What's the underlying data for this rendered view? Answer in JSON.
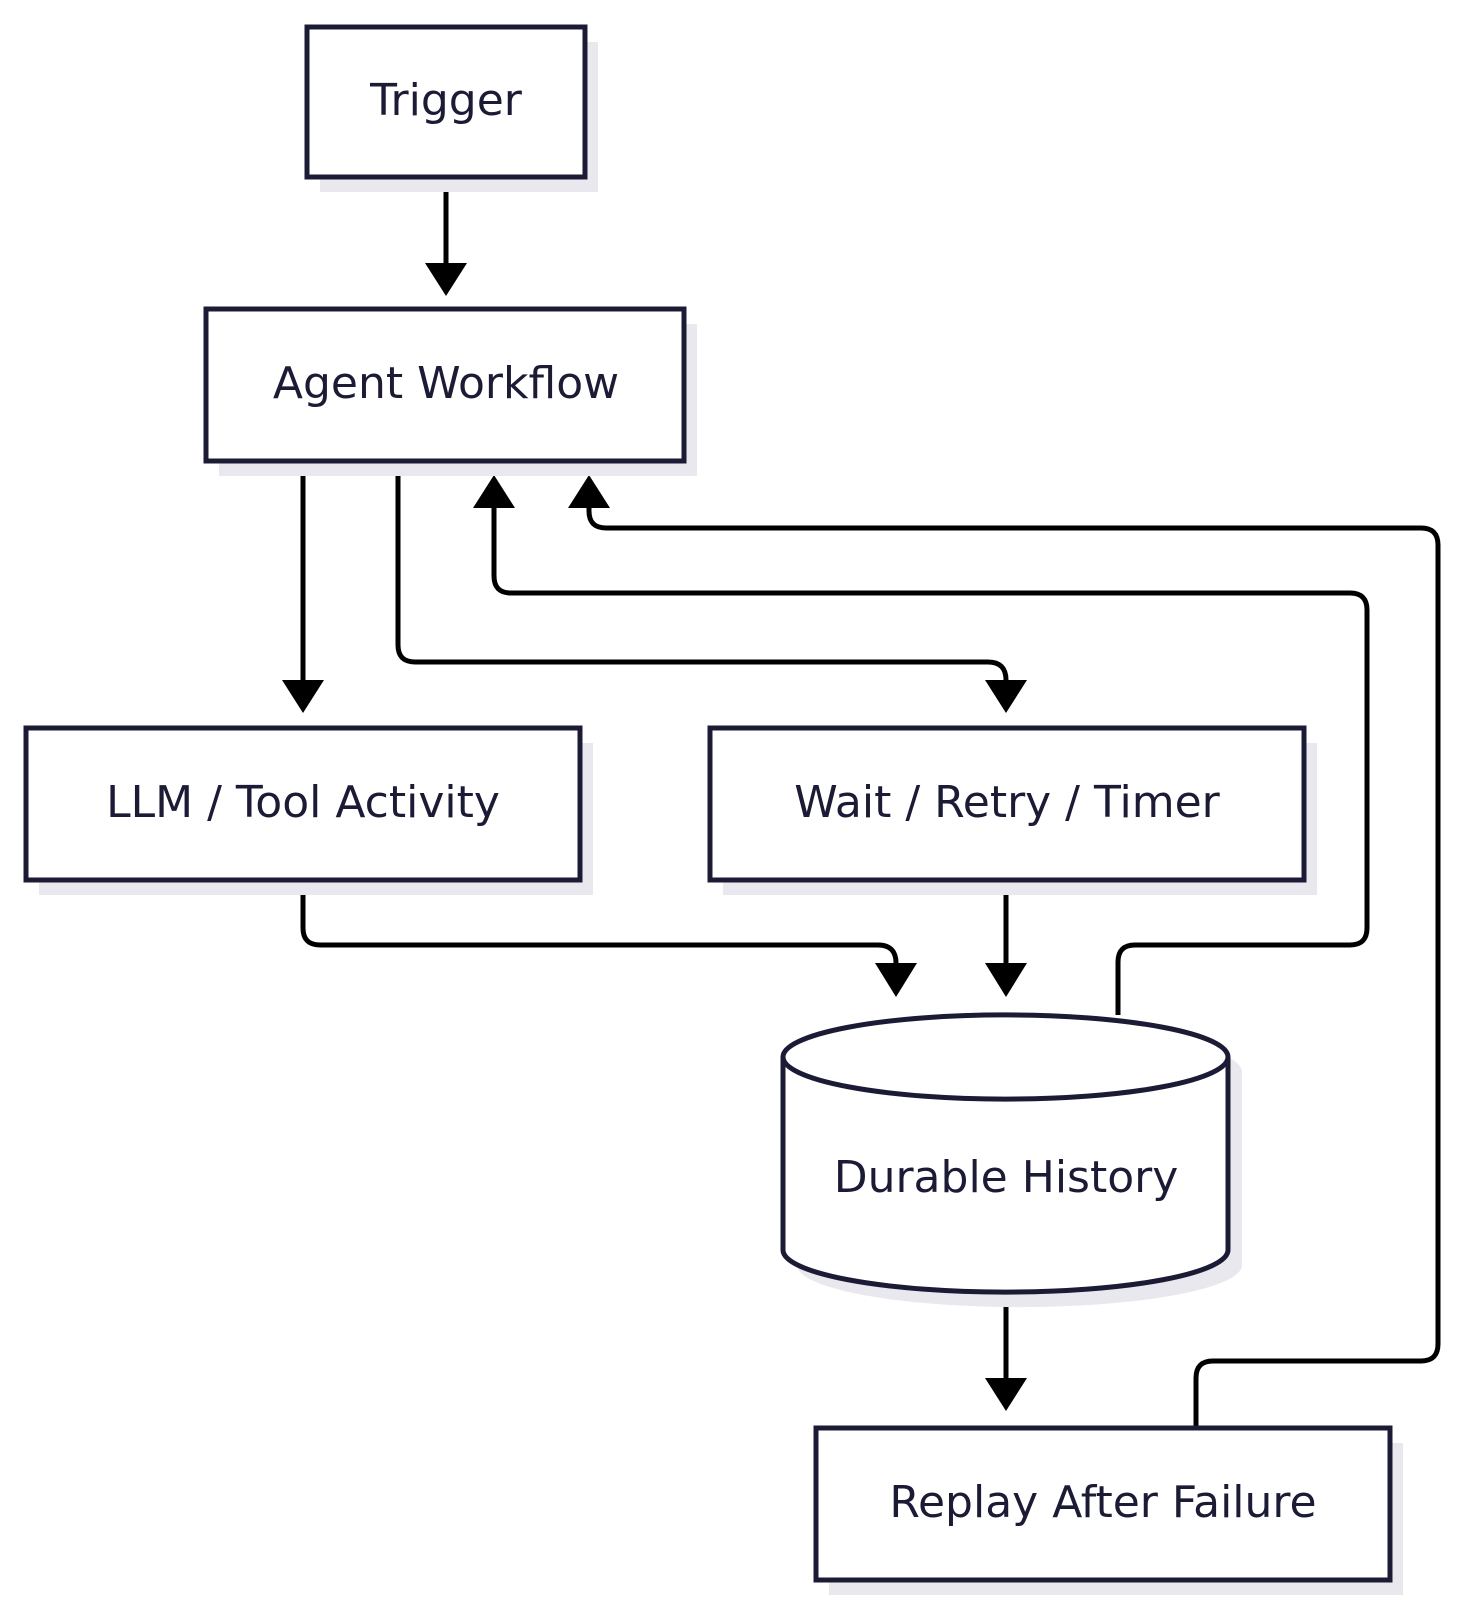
{
  "nodes": {
    "trigger": "Trigger",
    "agent_workflow": "Agent Workflow",
    "llm_tool_activity": "LLM / Tool Activity",
    "wait_retry_timer": "Wait / Retry / Timer",
    "durable_history": "Durable History",
    "replay_after_failure": "Replay After Failure"
  },
  "edges": [
    {
      "from": "Trigger",
      "to": "Agent Workflow"
    },
    {
      "from": "Agent Workflow",
      "to": "LLM / Tool Activity"
    },
    {
      "from": "Agent Workflow",
      "to": "Wait / Retry / Timer"
    },
    {
      "from": "LLM / Tool Activity",
      "to": "Durable History"
    },
    {
      "from": "Wait / Retry / Timer",
      "to": "Durable History"
    },
    {
      "from": "Durable History",
      "to": "Agent Workflow"
    },
    {
      "from": "Durable History",
      "to": "Replay After Failure"
    },
    {
      "from": "Replay After Failure",
      "to": "Agent Workflow"
    }
  ],
  "colors": {
    "node_border": "#1c1b35",
    "node_text": "#1c1b35",
    "edge": "#000000",
    "shadow": "#e8e8ee",
    "background": "#ffffff"
  }
}
